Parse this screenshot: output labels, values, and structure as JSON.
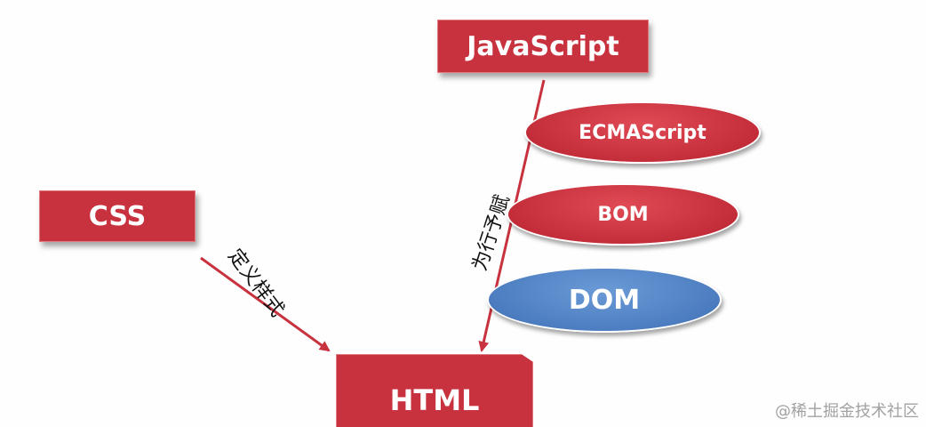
{
  "diagram": {
    "nodes": {
      "javascript": "JavaScript",
      "css": "CSS",
      "html": "HTML",
      "ecmascript": "ECMAScript",
      "bom": "BOM",
      "dom": "DOM"
    },
    "edge_labels": {
      "css_to_html": "定义样式",
      "js_to_html": "为行予赋"
    },
    "colors": {
      "red_node": "#c8323e",
      "blue_node": "#4c7dc0",
      "arrow": "#c8323e"
    }
  },
  "watermark": "@稀土掘金技术社区"
}
